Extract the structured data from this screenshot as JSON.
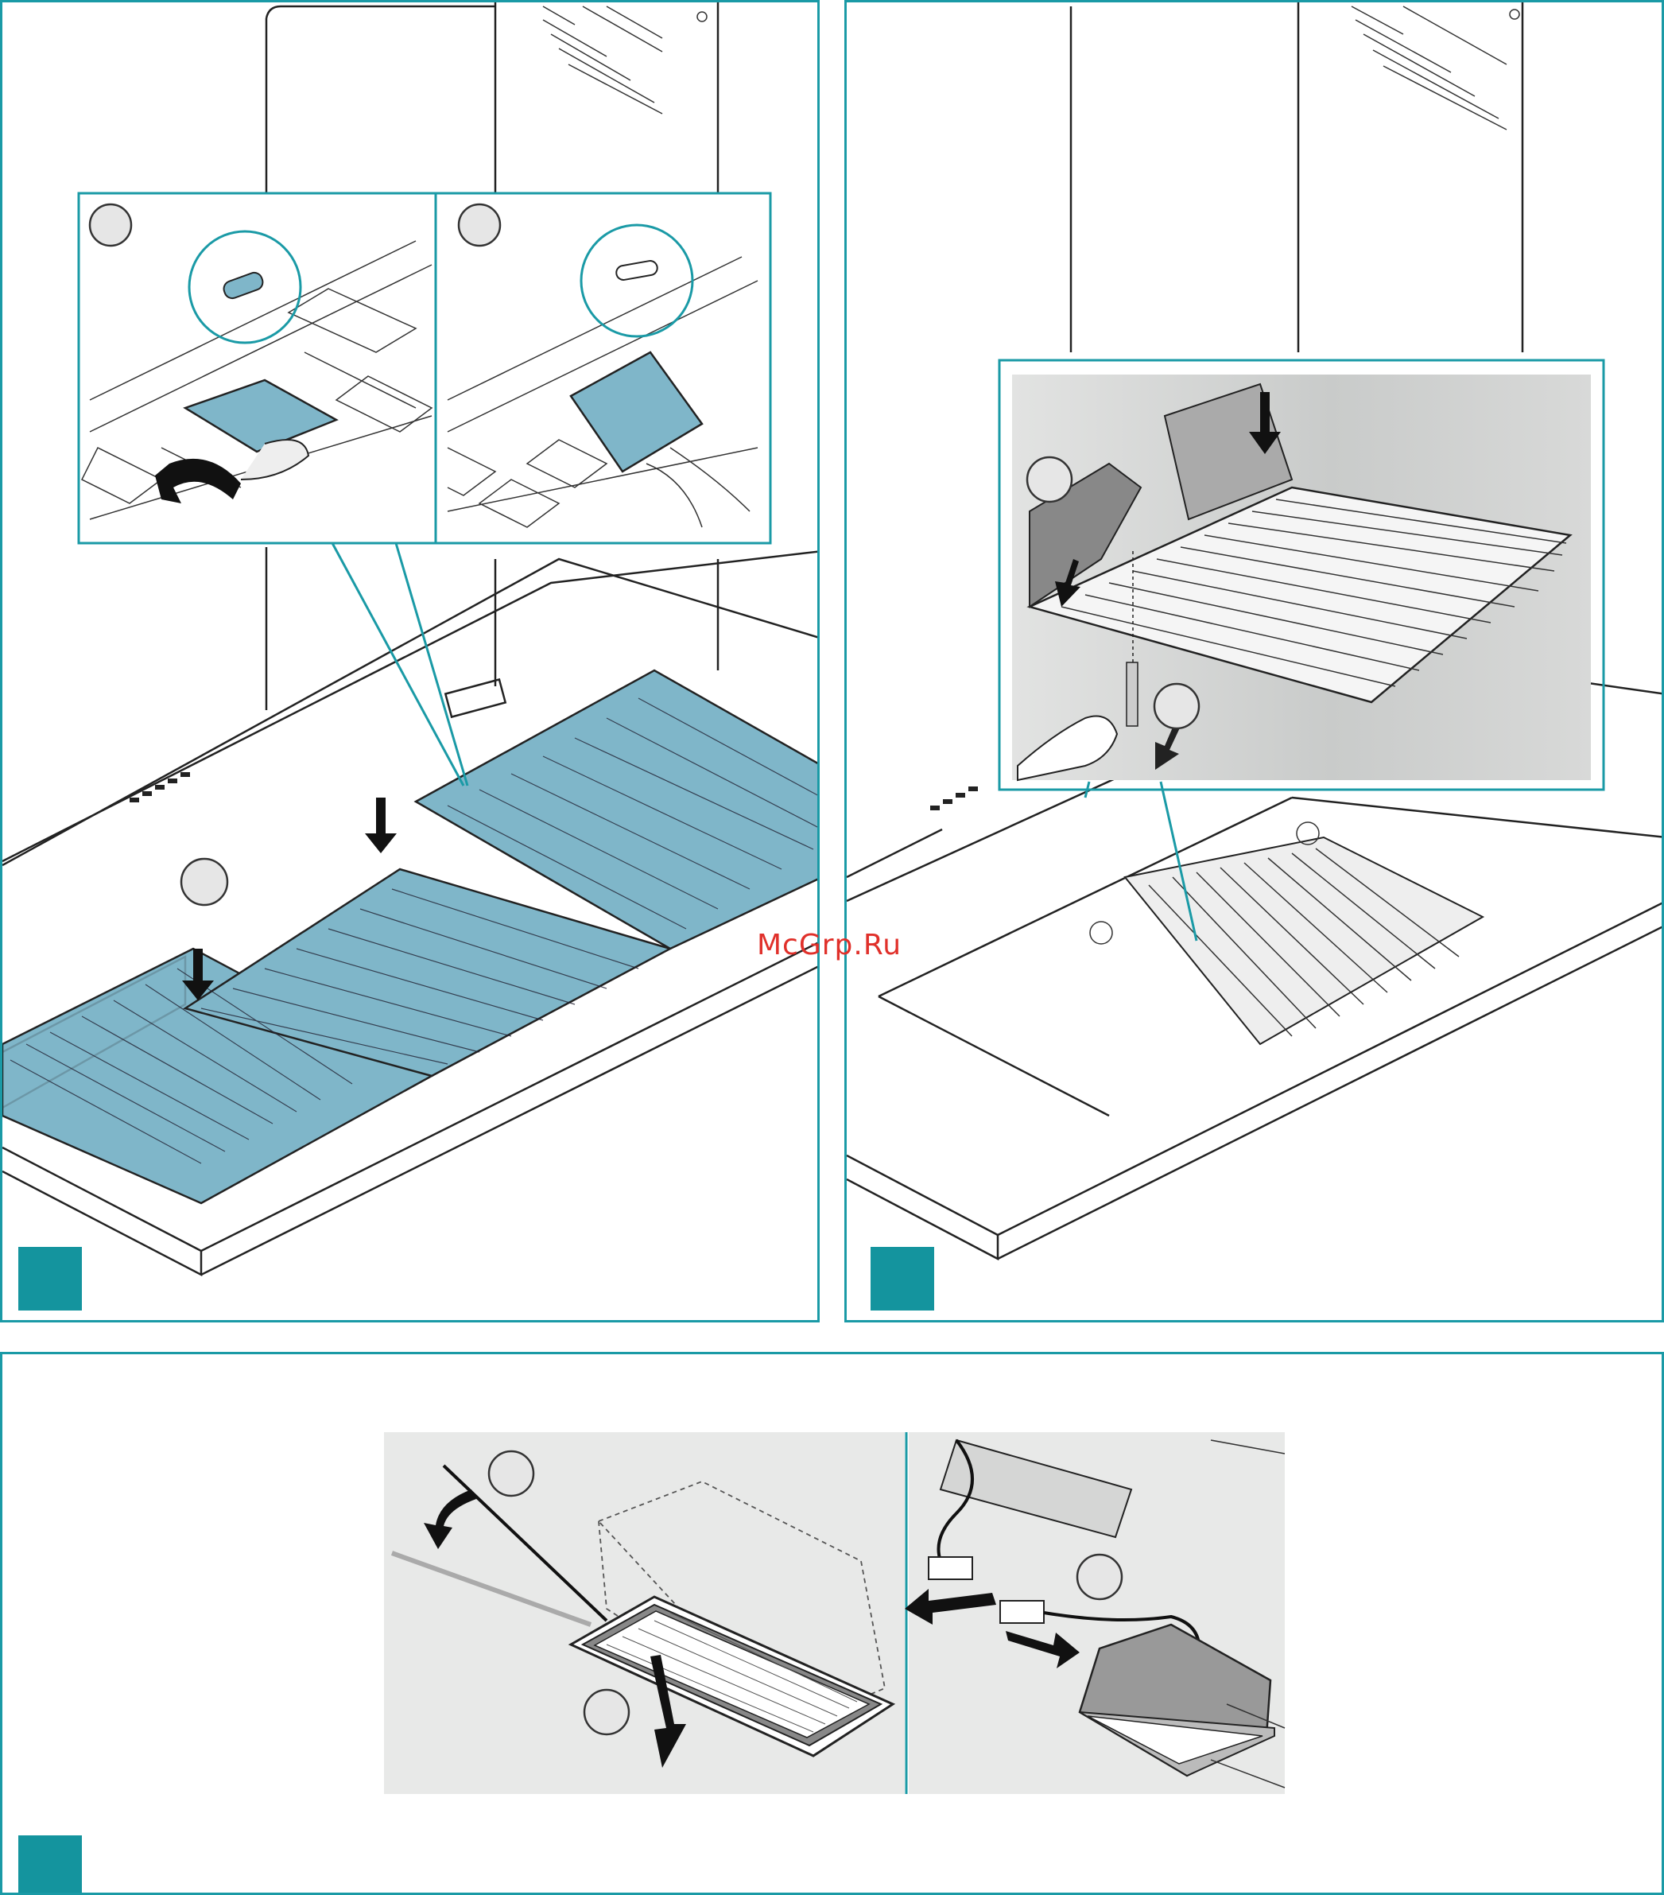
{
  "watermark": "McGrp.Ru",
  "colors": {
    "frame": "#1a9aa6",
    "badge": "#14949e",
    "filter_fill": "#7fb6c9",
    "watermark": "#e0302a",
    "inset_bg": "#e8e9e8"
  },
  "panels": [
    {
      "name": "panel-top-left",
      "step_badge": "teal-square"
    },
    {
      "name": "panel-top-right",
      "step_badge": "teal-square"
    },
    {
      "name": "panel-bottom",
      "step_badge": "teal-square"
    }
  ]
}
